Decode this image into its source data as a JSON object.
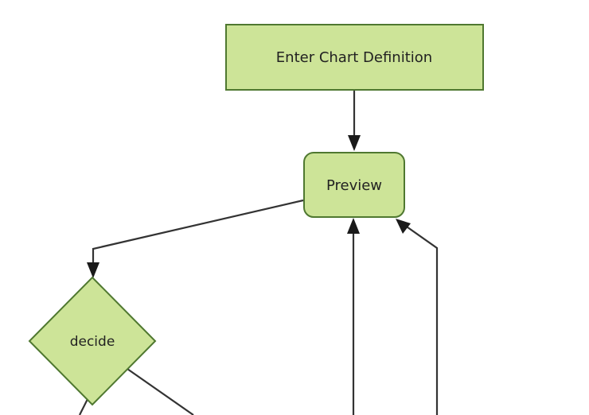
{
  "diagram": {
    "type": "flowchart",
    "title": "",
    "background_color": "#ffffff",
    "node_fill_color": "#cde498",
    "node_stroke_color": "#4f7830",
    "edge_color": "#333333",
    "text_color": "#222222",
    "nodes": [
      {
        "id": "enter-chart-definition",
        "label": "Enter Chart Definition",
        "shape": "rectangle"
      },
      {
        "id": "preview",
        "label": "Preview",
        "shape": "rounded-rectangle"
      },
      {
        "id": "decide",
        "label": "decide",
        "shape": "diamond"
      }
    ],
    "edges": [
      {
        "from": "enter-chart-definition",
        "to": "preview",
        "label": ""
      },
      {
        "from": "preview",
        "to": "decide",
        "label": ""
      },
      {
        "from": "offscreen-below-left",
        "to": "preview",
        "label": ""
      },
      {
        "from": "offscreen-below-right",
        "to": "preview",
        "label": ""
      },
      {
        "from": "decide",
        "to": "offscreen-below-a",
        "label": ""
      },
      {
        "from": "decide",
        "to": "offscreen-below-b",
        "label": ""
      }
    ]
  }
}
